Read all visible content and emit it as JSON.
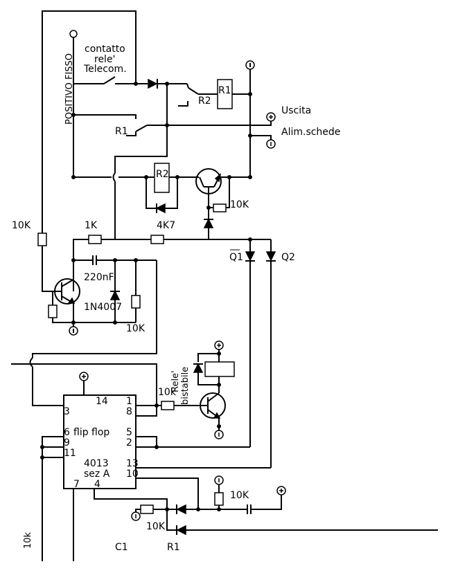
{
  "labels": {
    "positivo_fisso": "POSITIVO FISSO",
    "contatto_line1": "contatto",
    "contatto_line2": "rele'",
    "contatto_line3": "Telecom.",
    "r2_switch": "R2",
    "r1_coil": "R1",
    "r1_switch": "R1",
    "uscita": "Uscita",
    "alim_schede": "Alim.schede",
    "r2_coil": "R2",
    "res_10k_trans": "10K",
    "res_10k_left": "10K",
    "res_1k": "1K",
    "res_4k7": "4K7",
    "q1": "Q1",
    "q2": "Q2",
    "cap_220nf": "220nF",
    "diode_1n4007": "1N4007",
    "res_10k_bottom": "10K",
    "rele_bistabile_1": "Rele'",
    "rele_bistabile_2": "bistabile",
    "res_10k_ff": "10k",
    "ic_name": "flip flop",
    "ic_part": "4013",
    "ic_section": "sez A",
    "pin_14": "14",
    "pin_1": "1",
    "pin_8": "8",
    "pin_3": "3",
    "pin_6": "6",
    "pin_9": "9",
    "pin_11": "11",
    "pin_5": "5",
    "pin_2": "2",
    "pin_13": "13",
    "pin_10": "10",
    "pin_7": "7",
    "pin_4": "4",
    "res_10k_c1": "10K",
    "res_10k_r1": "10K",
    "res_10k_vert": "10k",
    "c1": "C1",
    "r1_bottom": "R1"
  },
  "terminals": {
    "plus": "+",
    "minus": "−"
  }
}
